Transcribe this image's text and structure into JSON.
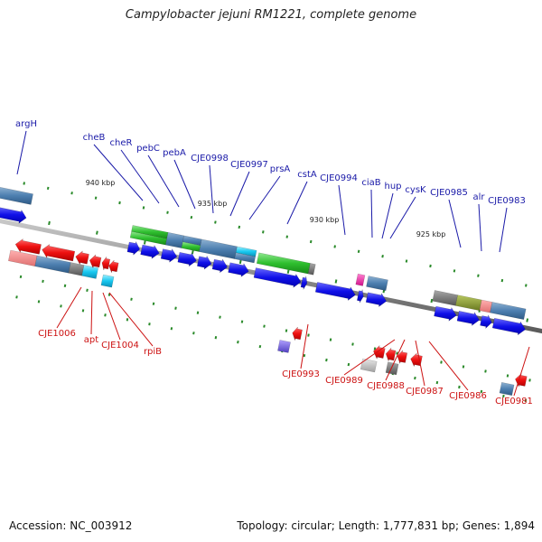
{
  "title": "Campylobacter jejuni RM1221, complete genome",
  "footer": {
    "accession": "Accession: NC_003912",
    "stats": "Topology: circular; Length: 1,777,831 bp; Genes: 1,894"
  },
  "colors": {
    "forward_label": "#1a1aa8",
    "reverse_label": "#cc1111",
    "backbone": "#8a8a8a",
    "tick": "#2a8a2a",
    "forward_gene": "#1010e0",
    "reverse_gene": "#ee1010"
  },
  "scale_labels": [
    "940 kbp",
    "935 kbp",
    "930 kbp",
    "925 kbp"
  ],
  "forward_labels": [
    "argH",
    "cheB",
    "cheR",
    "pebC",
    "pebA",
    "CJE0998",
    "CJE0997",
    "prsA",
    "cstA",
    "CJE0994",
    "ciaB",
    "hup",
    "cysK",
    "CJE0985",
    "alr",
    "CJE0983"
  ],
  "reverse_labels": [
    "CJE1006",
    "apt",
    "CJE1004",
    "rpiB",
    "CJE0993",
    "CJE0989",
    "CJE0988",
    "CJE0987",
    "CJE0986",
    "CJE0981"
  ]
}
